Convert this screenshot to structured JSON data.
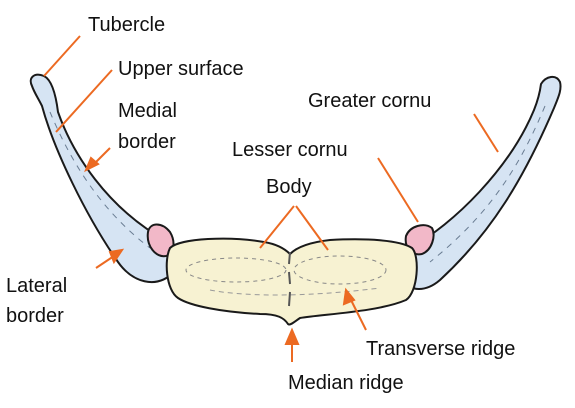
{
  "labels": {
    "tubercle": "Tubercle",
    "upper_surface": "Upper surface",
    "medial_border_line1": "Medial",
    "medial_border_line2": "border",
    "greater_cornu": "Greater cornu",
    "lesser_cornu": "Lesser cornu",
    "body": "Body",
    "lateral_border_line1": "Lateral",
    "lateral_border_line2": "border",
    "transverse_ridge": "Transverse ridge",
    "median_ridge": "Median ridge"
  },
  "colors": {
    "greater_cornu_fill": "#d6e4f3",
    "body_fill": "#f7f2d2",
    "lesser_cornu_fill": "#f2b8c8",
    "outline": "#1a1a1a",
    "pointer": "#ec6a22",
    "background": "#ffffff"
  }
}
